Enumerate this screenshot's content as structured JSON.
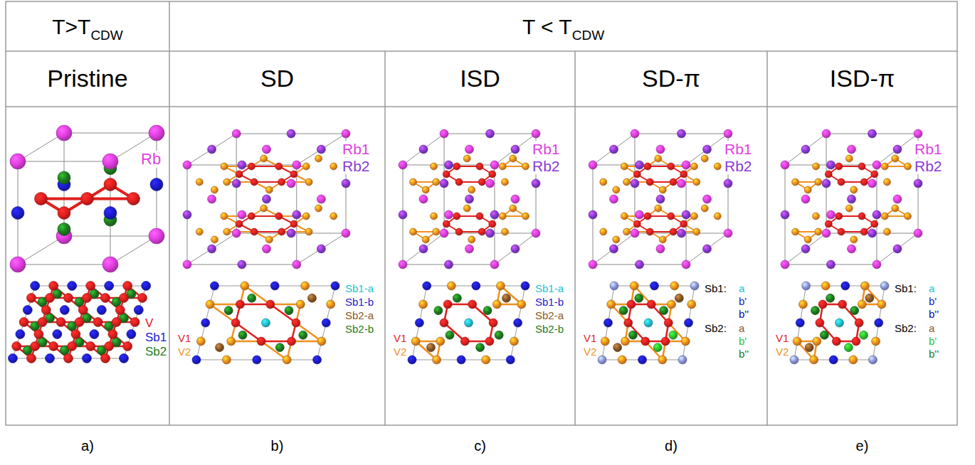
{
  "diagram": {
    "labels": [
      "T>T",
      "CDW",
      "T < T",
      "CDW",
      "Pristine",
      "SD",
      "ISD",
      "SD-π",
      "ISD-π",
      "Rb",
      "V",
      "Sb1",
      "Sb2",
      "Rb1",
      "Rb2",
      "Sb1-a",
      "Sb1-b",
      "Sb2-a",
      "Sb2-b",
      "V1",
      "V2",
      "Rb1",
      "Rb2",
      "Sb1-a",
      "Sb1-b",
      "Sb2-a",
      "Sb2-b",
      "V1",
      "V2",
      "Rb1",
      "Rb2",
      "Sb1:",
      "a",
      "b'",
      "b''",
      "Sb2:",
      "a",
      "b'",
      "b''",
      "V1",
      "V2",
      "Rb1",
      "Rb2",
      "Sb1:",
      "a",
      "b'",
      "b''",
      "Sb2:",
      "a",
      "b'",
      "b''",
      "V1",
      "V2",
      "a)",
      "b)",
      "c)",
      "d)",
      "e)"
    ]
  }
}
